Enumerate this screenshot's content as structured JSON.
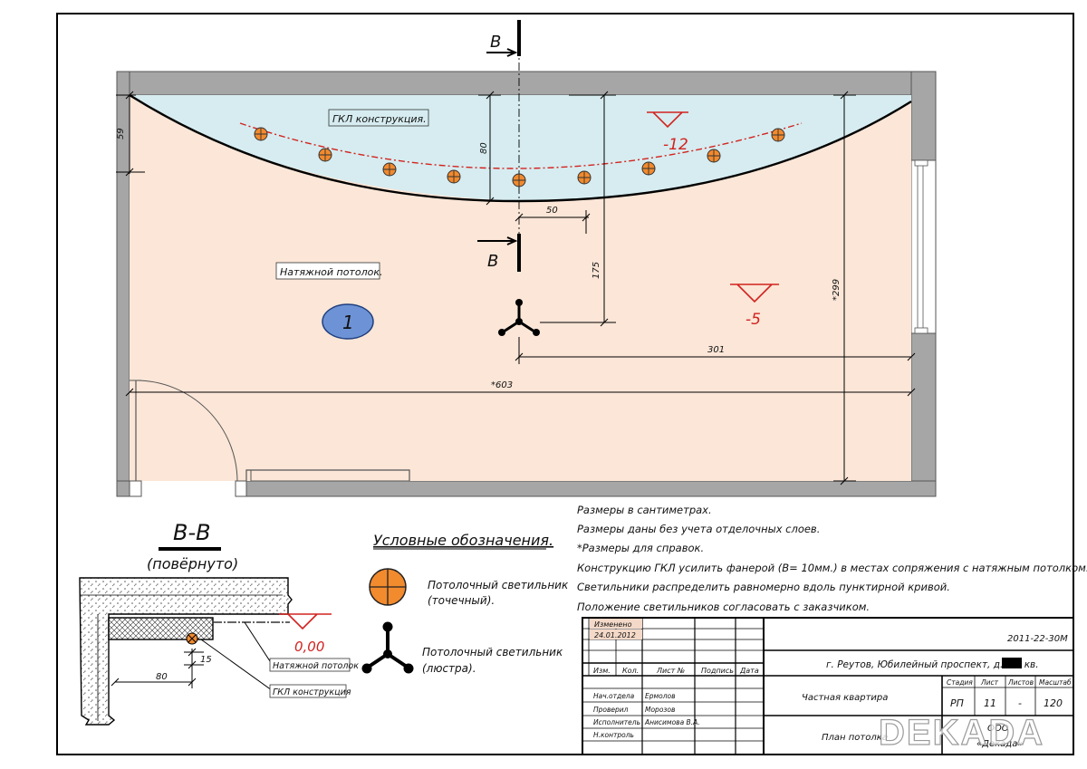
{
  "plan": {
    "gkl_label": "ГКЛ конструкция.",
    "stretch_label": "Натяжной потолок.",
    "room_number": "1",
    "section_mark": "В",
    "level_gkl": "-12",
    "level_stretch": "-5",
    "dims": {
      "d59": "59",
      "d80": "80",
      "d50": "50",
      "d175": "175",
      "d299": "*299",
      "d301": "301",
      "d603": "*603"
    }
  },
  "section": {
    "title": "В-В",
    "subtitle": "(повёрнуто)",
    "level": "0,00",
    "dim80": "80",
    "dim15": "15",
    "label_stretch": "Натяжной потолок",
    "label_gkl": "ГКЛ конструкция"
  },
  "legend": {
    "title": "Условные обозначения.",
    "item1": [
      "Потолочный светильник",
      "(точечный)."
    ],
    "item2": [
      "Потолочный светильник",
      "(люстра)."
    ]
  },
  "notes": [
    "Размеры в сантиметрах.",
    "Размеры даны без учета отделочных слоев.",
    "*Размеры для справок.",
    "Конструкцию ГКЛ усилить фанерой (В= 10мм.) в местах сопряжения с натяжным потолком.",
    "Светильники распределить равномерно вдоль пунктирной кривой.",
    "Положение светильников согласовать с заказчиком."
  ],
  "stamp": {
    "changed": "Изменено",
    "changed_date": "24.01.2012",
    "code": "2011-22-30М",
    "address": "г. Реутов, Юбилейный проспект, д. 47, кв.",
    "headers": [
      "Изм.",
      "Кол.",
      "Лист №",
      "Подпись",
      "Дата"
    ],
    "roles": [
      "Нач.отдела",
      "Проверил",
      "Исполнитель",
      "Н.контроль"
    ],
    "names": [
      "Ермолов",
      "Морозов",
      "Анисимова В.А.",
      ""
    ],
    "project": "Частная квартира",
    "sheet_title": "План потолка",
    "stage_headers": [
      "Стадия",
      "Лист",
      "Листов",
      "Масштаб"
    ],
    "stage_values": [
      "РП",
      "11",
      "-",
      "120"
    ],
    "org1": "ООО",
    "org2": "«Декада»",
    "watermark": "DEKADA"
  },
  "colors": {
    "gkl_fill": "#d6ecf0",
    "floor_fill": "#fbe6d7",
    "wall": "#a6a6a6",
    "lamp": "#f28a2e",
    "room_badge": "#6d93d6",
    "level_red": "#d2231f"
  }
}
